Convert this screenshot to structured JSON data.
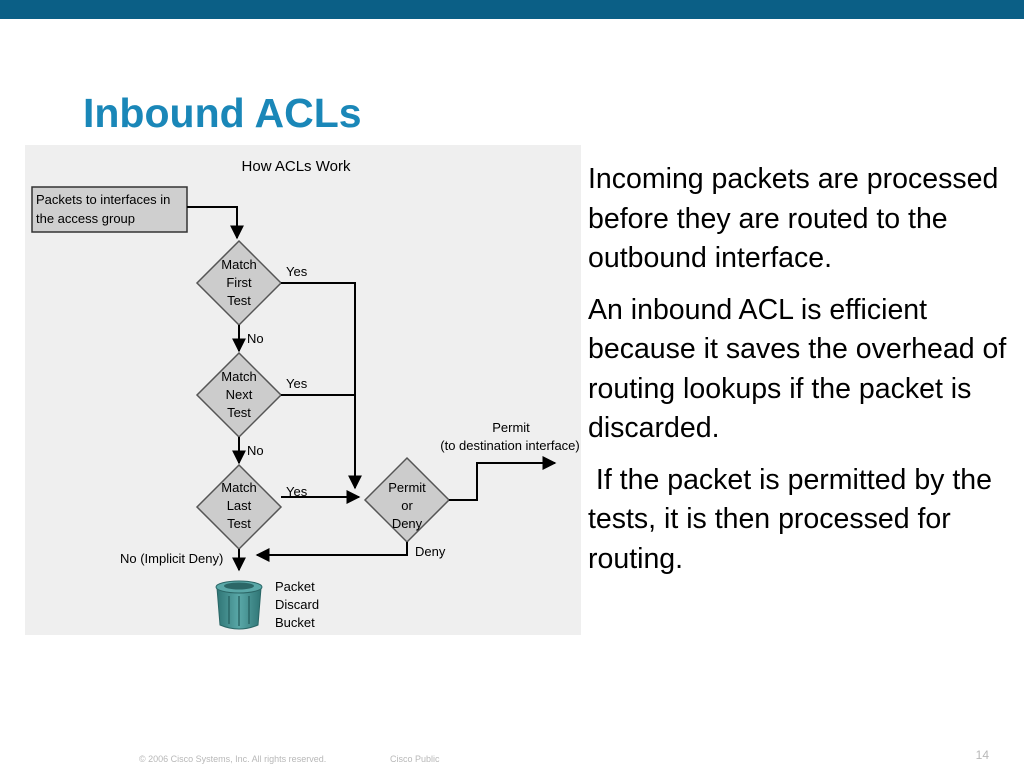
{
  "slide": {
    "title": "Inbound ACLs",
    "page_number": "14",
    "footer": {
      "copyright": "© 2006 Cisco Systems, Inc. All rights reserved.",
      "classification": "Cisco Public"
    }
  },
  "diagram": {
    "title": "How ACLs Work",
    "start_box": [
      "Packets to interfaces in",
      "the access group"
    ],
    "decisions": [
      {
        "lines": [
          "Match",
          "First",
          "Test"
        ],
        "yes_label": "Yes",
        "no_label": "No"
      },
      {
        "lines": [
          "Match",
          "Next",
          "Test"
        ],
        "yes_label": "Yes",
        "no_label": "No"
      },
      {
        "lines": [
          "Match",
          "Last",
          "Test"
        ],
        "yes_label": "Yes",
        "no_label": "No (Implicit Deny)"
      }
    ],
    "permit_deny": {
      "lines": [
        "Permit",
        "or",
        "Deny"
      ],
      "deny_label": "Deny"
    },
    "permit_output": [
      "Permit",
      "(to destination interface)"
    ],
    "bucket_label": [
      "Packet",
      "Discard",
      "Bucket"
    ],
    "colors": {
      "background": "#efefef",
      "box_fill": "#cfcfcf",
      "diamond_fill": "#cccccc",
      "bucket": "#3f8e8e"
    }
  },
  "paragraphs": [
    "Incoming packets are processed before they are routed to the outbound interface.",
    "An inbound ACL is efficient because it saves the overhead of routing lookups if the packet is discarded.",
    " If the packet is permitted by the tests, it is then processed for routing."
  ],
  "colors": {
    "top_bar": "#0b5f86",
    "title": "#1a87b8"
  }
}
